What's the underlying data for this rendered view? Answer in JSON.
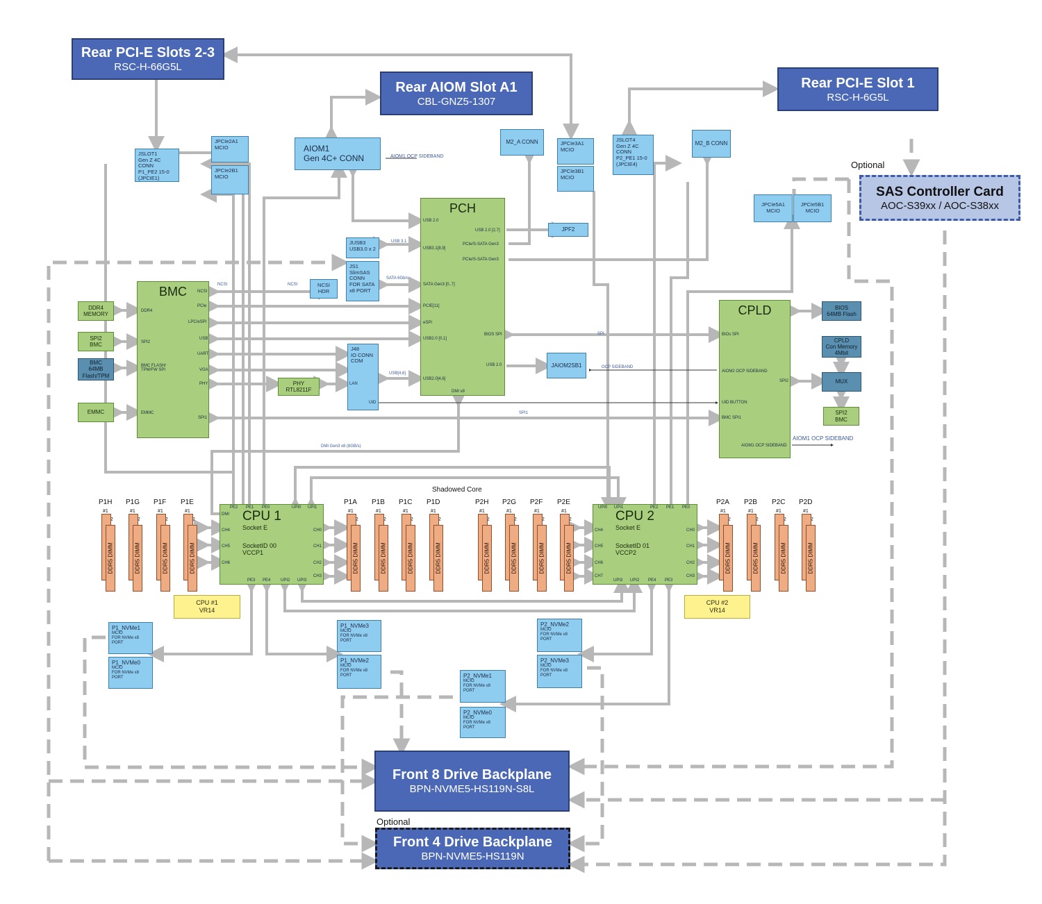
{
  "rear_pcie_2_3": {
    "title": "Rear PCI-E Slots 2-3",
    "sub": "RSC-H-66G5L"
  },
  "rear_aiom": {
    "title": "Rear AIOM Slot A1",
    "sub": "CBL-GNZ5-1307"
  },
  "rear_pcie_1": {
    "title": "Rear PCI-E Slot 1",
    "sub": "RSC-H-6G5L"
  },
  "sas": {
    "optional": "Optional",
    "title": "SAS Controller Card",
    "sub": "AOC-S39xx / AOC-S38xx"
  },
  "front8": {
    "title": "Front 8 Drive Backplane",
    "sub": "BPN-NVME5-HS119N-S8L"
  },
  "front4": {
    "optional": "Optional",
    "title": "Front 4 Drive Backplane",
    "sub": "BPN-NVME5-HS119N"
  },
  "jslot1": {
    "l1": "JSLOT1",
    "l2": "Gen Z 4C CONN",
    "l3": "P1_PE2 15-0",
    "l4": "(JPCIE1)"
  },
  "jpcie2a1": {
    "l1": "JPCIe2A1",
    "l2": "MCIO"
  },
  "jpcie2b1": {
    "l1": "JPCIe2B1",
    "l2": "MCIO"
  },
  "aiom1": {
    "l1": "AIOM1",
    "l2": "Gen 4C+ CONN",
    "sideband": "AIOM1 OCP SIDEBAND"
  },
  "m2a": "M2_A CONN",
  "jpcie3a1": {
    "l1": "JPCIe3A1",
    "l2": "MCIO"
  },
  "jpcie3b1": {
    "l1": "JPCIe3B1",
    "l2": "MCIO"
  },
  "jslot4": {
    "l1": "JSLOT4",
    "l2": "Gen Z 4C CONN",
    "l3": "P2_PE1 15-0",
    "l4": "(JPCIE4)"
  },
  "m2b": "M2_B CONN",
  "jpcie5a1": {
    "l1": "JPCIe5A1",
    "l2": "MCIO"
  },
  "jpcie5b1": {
    "l1": "JPCIe5B1",
    "l2": "MCIO"
  },
  "pch": {
    "title": "PCH",
    "pins": [
      "USB 2.0",
      "USB3.1[8,9]",
      "SATA Gen3 [0..7]",
      "PCIE[11]",
      "eSPI",
      "USB2.0 [0,1]",
      "USB2.0[4,6]",
      "USB 2.0 [2,7]",
      "PCIe/S-SATA Gen3",
      "PCIe/S-SATA Gen3",
      "BIOS SPI",
      "USB 2.0",
      "DMI x8"
    ]
  },
  "jpf2": "JPF2",
  "jusb3": {
    "l1": "JUSB3",
    "l2": "USB3.0 x 2"
  },
  "js1": {
    "l1": "JS1",
    "l2": "SlimSAS",
    "l3": "CONN",
    "l4": "FOR SATA",
    "l5": "x8 PORT"
  },
  "ncsi_hdr": {
    "l1": "NCSI",
    "l2": "HDR"
  },
  "j48": {
    "l1": "J48",
    "l2": "IO CONN",
    "l3": "COM",
    "lan": "LAN",
    "uid": "UID"
  },
  "phy": {
    "l1": "PHY",
    "l2": "RTL8211F"
  },
  "jaiom2sb1": "JAIOM2SB1",
  "bmc": {
    "title": "BMC",
    "pins": [
      "NCSI",
      "DDR4",
      "PCIe",
      "LPC/eSPI",
      "SPI2",
      "USB",
      "UART",
      "BMC FLASH/ TPM/FW SPI",
      "VGA",
      "PHY",
      "EMMC",
      "SPI1"
    ]
  },
  "ddr4": {
    "l1": "DDR4",
    "l2": "MEMORY"
  },
  "spi2bmc": {
    "l1": "SPI2",
    "l2": "BMC"
  },
  "bmcflash": {
    "l1": "BMC",
    "l2": "64MB",
    "l3": "Flash/TPM"
  },
  "emmc": "EMMC",
  "cpld": {
    "title": "CPLD",
    "pins": [
      "BIOs SPI",
      "AIOM2 OCP SIDEBAND",
      "SPI2",
      "UID BUTTON",
      "BMC SPI1",
      "AIOM1 OCP SIDEBAND"
    ],
    "sideband_out": "AIOM1 OCP SIDEBAND"
  },
  "bios": {
    "l1": "BIOS",
    "l2": "64MB Flash"
  },
  "cpldmem": {
    "l1": "CPLD",
    "l2": "Con Memory",
    "l3": "4Mbit"
  },
  "mux": "MUX",
  "spi2bmc_r": {
    "l1": "SPI2",
    "l2": "BMC"
  },
  "signals": {
    "ncsi": "NCSI",
    "spi": "SPI",
    "ocp_sideband": "OCP SIDEBAND",
    "spi1": "SPI1",
    "dmi": "DMI Gen3 x8 (8GB/s)",
    "shadowed": "Shadowed Core",
    "usb31": "USB 3.1",
    "sata": "SATA 6Gb/s",
    "usb46": "USB[4,6]"
  },
  "cpu1": {
    "title": "CPU 1",
    "socket": "Socket E",
    "id": "SocketID  00",
    "vccp": "VCCP1",
    "pins_top": [
      "DMI",
      "PE2",
      "PE1",
      "PE0",
      "UPI0",
      "UPI1"
    ],
    "pins_bot": [
      "PE3",
      "PE4",
      "UPI2",
      "UPI3"
    ],
    "pins_left": [
      "CH4",
      "CH5",
      "CH6"
    ],
    "pins_right": [
      "CH0",
      "CH1",
      "CH2",
      "CH3"
    ]
  },
  "cpu2": {
    "title": "CPU 2",
    "socket": "Socket E",
    "id": "SocketID  01",
    "vccp": "VCCP2",
    "pins_top": [
      "UPI0",
      "UPI1",
      "PE2",
      "PE1",
      "PE0"
    ],
    "pins_bot": [
      "UPI3",
      "UPI2",
      "PE4",
      "PE3"
    ],
    "pins_left": [
      "CH4",
      "CH5",
      "CH6",
      "CH7"
    ],
    "pins_right": [
      "CH0",
      "CH1",
      "CH2",
      "CH3"
    ]
  },
  "vr1": {
    "l1": "CPU #1",
    "l2": "VR14"
  },
  "vr2": {
    "l1": "CPU #2",
    "l2": "VR14"
  },
  "dimm_text": "DDR5 DIMM",
  "slot1": "#1",
  "slot2": "#2",
  "dimm_groups": [
    "P1H",
    "P1G",
    "P1F",
    "P1E",
    "P1A",
    "P1B",
    "P1C",
    "P1D",
    "P2H",
    "P2G",
    "P2F",
    "P2E",
    "P2A",
    "P2B",
    "P2C",
    "P2D"
  ],
  "nvme": {
    "p1_nvme1": {
      "l1": "P1_NVMe1",
      "l2": "MCIO",
      "l3": "FOR NVMe x8 PORT"
    },
    "p1_nvme0": {
      "l1": "P1_NVMe0",
      "l2": "MCIO",
      "l3": "FOR NVMe x8 PORT"
    },
    "p1_nvme3": {
      "l1": "P1_NVMe3",
      "l2": "MCIO",
      "l3": "FOR NVMe x8 PORT"
    },
    "p1_nvme2": {
      "l1": "P1_NVMe2",
      "l2": "MCIO",
      "l3": "FOR NVMe x8 PORT"
    },
    "p2_nvme2": {
      "l1": "P2_NVMe2",
      "l2": "MCIO",
      "l3": "FOR NVMe x8 PORT"
    },
    "p2_nvme3": {
      "l1": "P2_NVMe3",
      "l2": "MCIO",
      "l3": "FOR NVMe x8 PORT"
    },
    "p2_nvme1": {
      "l1": "P2_NVMe1",
      "l2": "MCIO",
      "l3": "FOR NVMe x8 PORT"
    },
    "p2_nvme0": {
      "l1": "P2_NVMe0",
      "l2": "MCIO",
      "l3": "FOR NVMe x8 PORT"
    }
  }
}
